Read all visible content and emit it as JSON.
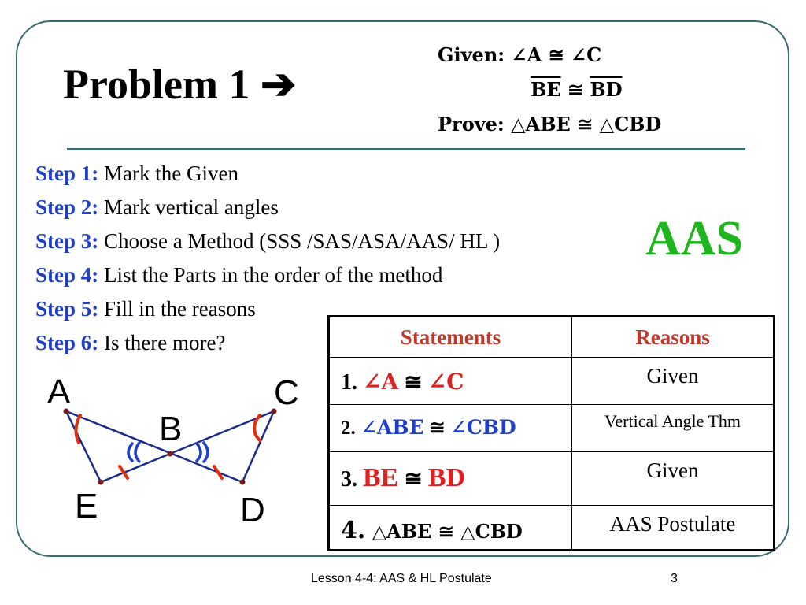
{
  "title": "Problem 1 ➔",
  "given": {
    "line1": "Given: ∠A ≅ ∠C",
    "seg1": "BE",
    "cong": "≅",
    "seg2": "BD",
    "prove": "Prove: △ABE ≅ △CBD"
  },
  "steps": [
    {
      "label": "Step 1:",
      "text": "Mark the Given"
    },
    {
      "label": "Step 2:",
      "text": "Mark vertical angles"
    },
    {
      "label": "Step 3:",
      "text": "Choose a Method (SSS /SAS/ASA/AAS/ HL )"
    },
    {
      "label": "Step 4:",
      "text": "List the Parts in the order of the method"
    },
    {
      "label": "Step 5:",
      "text": "Fill in the reasons"
    },
    {
      "label": "Step 6:",
      "text": "Is there more?"
    }
  ],
  "method": "AAS",
  "table": {
    "headers": [
      "Statements",
      "Reasons"
    ],
    "rows": [
      {
        "num": "1.",
        "statement_a": "∠A",
        "cong": "≅",
        "statement_b": "∠C",
        "reason": "Given"
      },
      {
        "num": "2.",
        "statement_a": "∠ABE",
        "cong": "≅",
        "statement_b": "∠CBD",
        "reason": "Vertical Angle Thm"
      },
      {
        "num": "3.",
        "statement_a": "BE",
        "cong": "≅",
        "statement_b": "BD",
        "reason": "Given"
      },
      {
        "num": "4.",
        "statement": "△ABE ≅ △CBD",
        "reason": "AAS Postulate"
      }
    ]
  },
  "figure": {
    "points": [
      "A",
      "B",
      "C",
      "D",
      "E"
    ]
  },
  "footer": {
    "lesson": "Lesson 4-4: AAS & HL Postulate",
    "page": "3"
  },
  "colors": {
    "frame": "#3a6b73",
    "step_label": "#1f3fc9",
    "method": "#1fb51f",
    "header": "#c0392b",
    "red": "#e02020",
    "blue": "#1f3fc9"
  }
}
